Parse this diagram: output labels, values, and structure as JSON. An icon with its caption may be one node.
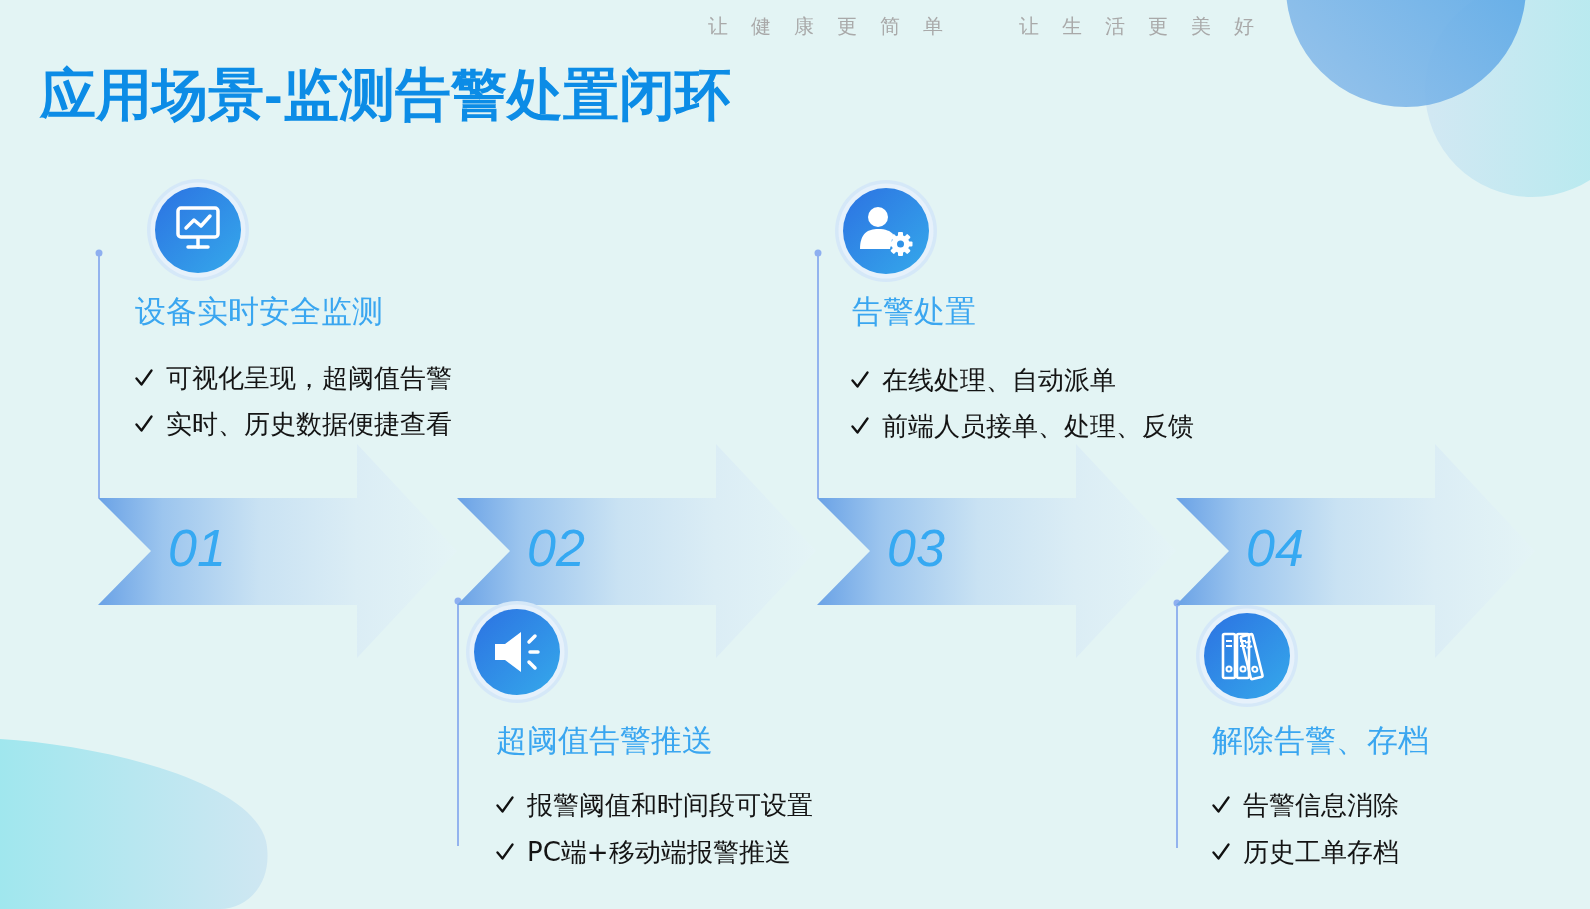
{
  "diagram": {
    "title": "应用场景-监测告警处置闭环",
    "nodes": [
      {
        "text": [
          "01"
        ]
      },
      {
        "text": [
          "设备实时安全监测",
          "可视化呈现，超阈值告警",
          "实时、历史数据便捷查看"
        ]
      },
      {
        "text": [
          "02"
        ]
      },
      {
        "text": [
          "超阈值告警推送",
          "报警阈值和时间段可设置",
          "PC端+移动端报警推送"
        ]
      },
      {
        "text": [
          "03"
        ]
      },
      {
        "text": [
          "告警处置",
          "在线处理、自动派单",
          "前端人员接单、处理、反馈"
        ]
      },
      {
        "text": [
          "04"
        ]
      },
      {
        "text": [
          "解除告警、存档",
          "告警信息消除",
          "历史工单存档"
        ]
      }
    ],
    "edges": [
      {
        "from": 1,
        "to": 0,
        "arrow": "other"
      },
      {
        "from": 2,
        "to": 3,
        "arrow": "other"
      },
      {
        "from": 5,
        "to": 4,
        "arrow": "other"
      },
      {
        "from": 6,
        "to": 7,
        "arrow": "other"
      }
    ],
    "labels": [
      "让健康更简单",
      "让生活更美好"
    ]
  }
}
